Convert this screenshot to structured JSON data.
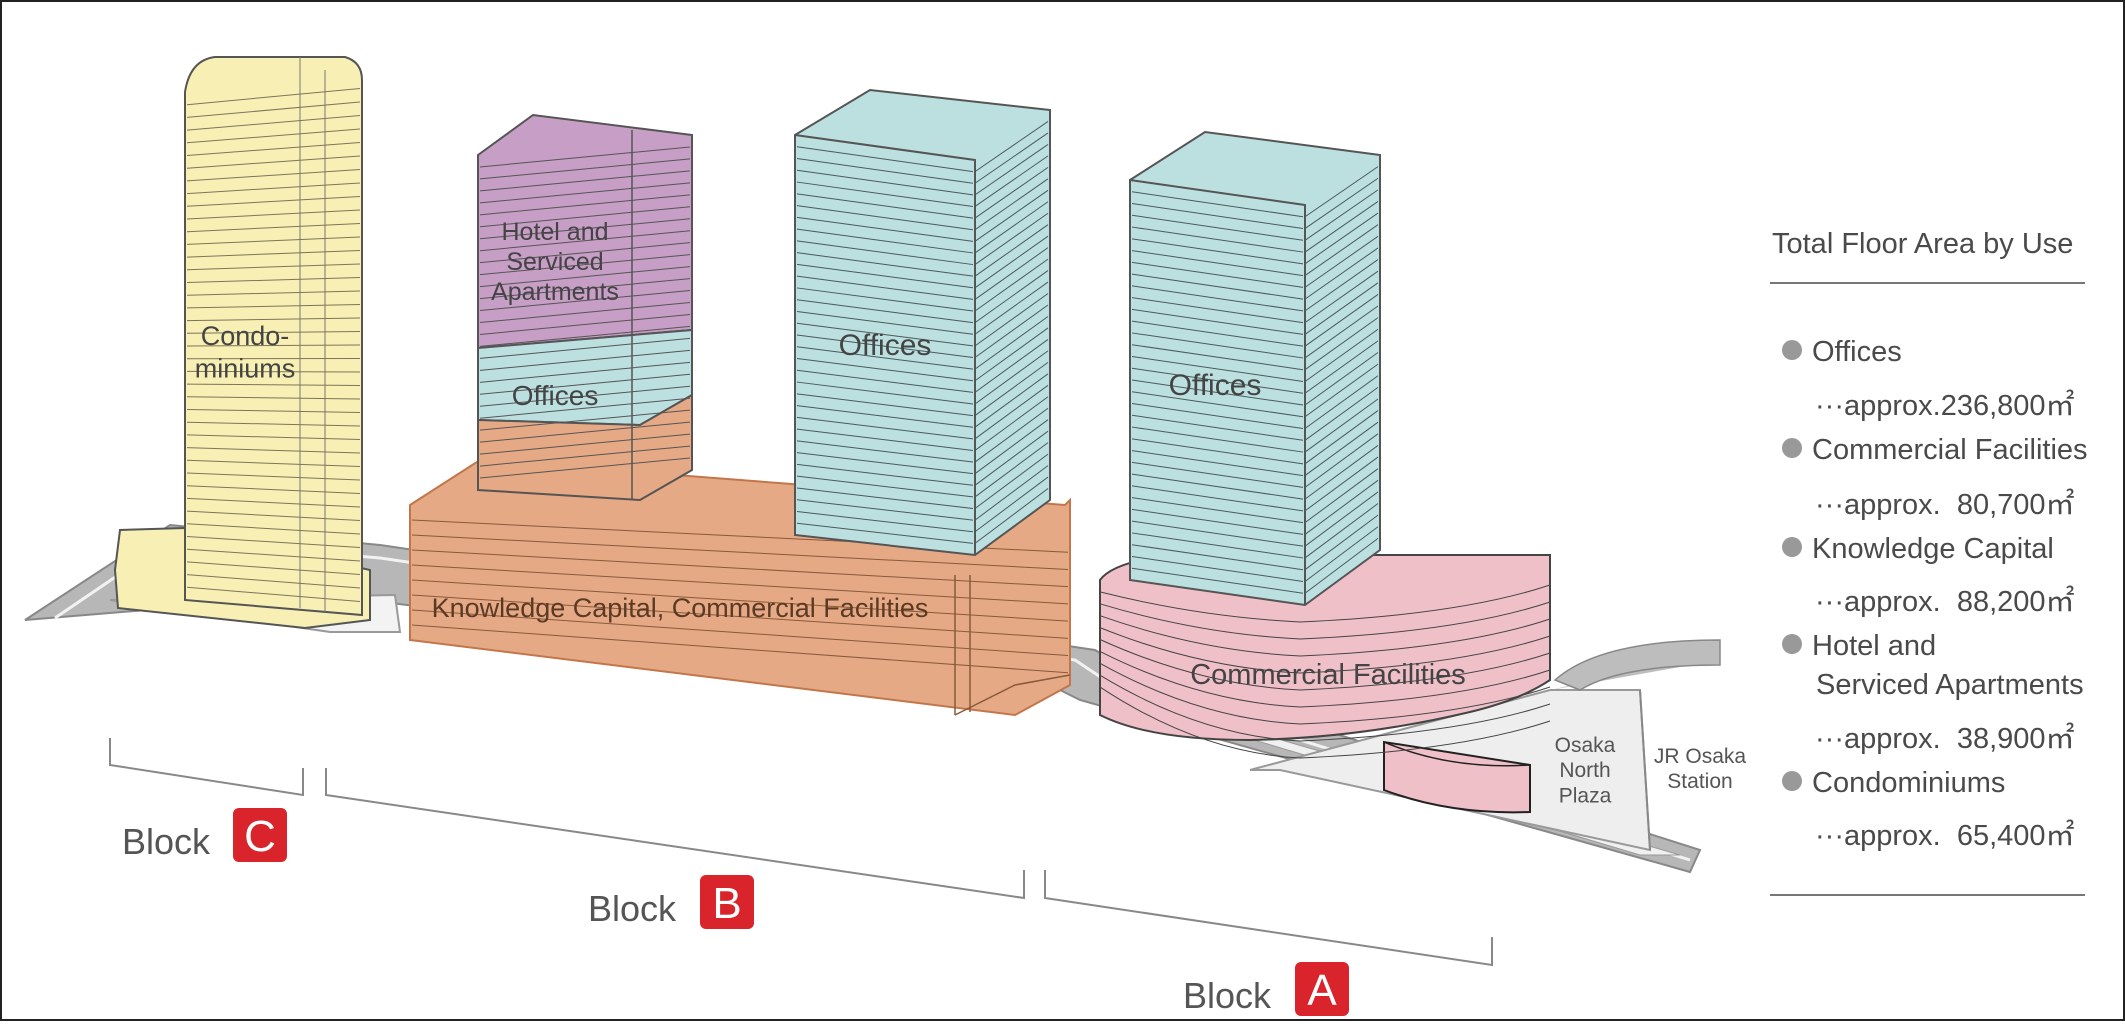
{
  "buildings": {
    "condo": "Condo-\nminiums",
    "hotel": "Hotel and\nServiced\nApartments",
    "offices_small": "Offices",
    "offices_center": "Offices",
    "offices_right": "Offices",
    "knowledge": "Knowledge Capital, Commercial Facilities",
    "commercial": "Commercial Facilities",
    "plaza": "Osaka\nNorth\nPlaza",
    "station": "JR Osaka\nStation"
  },
  "blocks": [
    {
      "prefix": "Block",
      "letter": "C"
    },
    {
      "prefix": "Block",
      "letter": "B"
    },
    {
      "prefix": "Block",
      "letter": "A"
    }
  ],
  "legend": {
    "title": "Total Floor Area by Use",
    "items": [
      {
        "label": "Offices",
        "label2": "",
        "value": "···approx.236,800㎡"
      },
      {
        "label": "Commercial Facilities",
        "label2": "",
        "value": "···approx.  80,700㎡"
      },
      {
        "label": "Knowledge Capital",
        "label2": "",
        "value": "···approx.  88,200㎡"
      },
      {
        "label": "Hotel and",
        "label2": "Serviced Apartments",
        "value": "···approx.  38,900㎡"
      },
      {
        "label": "Condominiums",
        "label2": "",
        "value": "···approx.  65,400㎡"
      }
    ]
  },
  "colors": {
    "condo": "#f7efb4",
    "hotel": "#c79ec6",
    "offices": "#bcdfe0",
    "knowledge": "#e6a985",
    "commercial": "#f0c0c8",
    "block_badge": "#d8242a",
    "road": "#b9b9b9"
  }
}
